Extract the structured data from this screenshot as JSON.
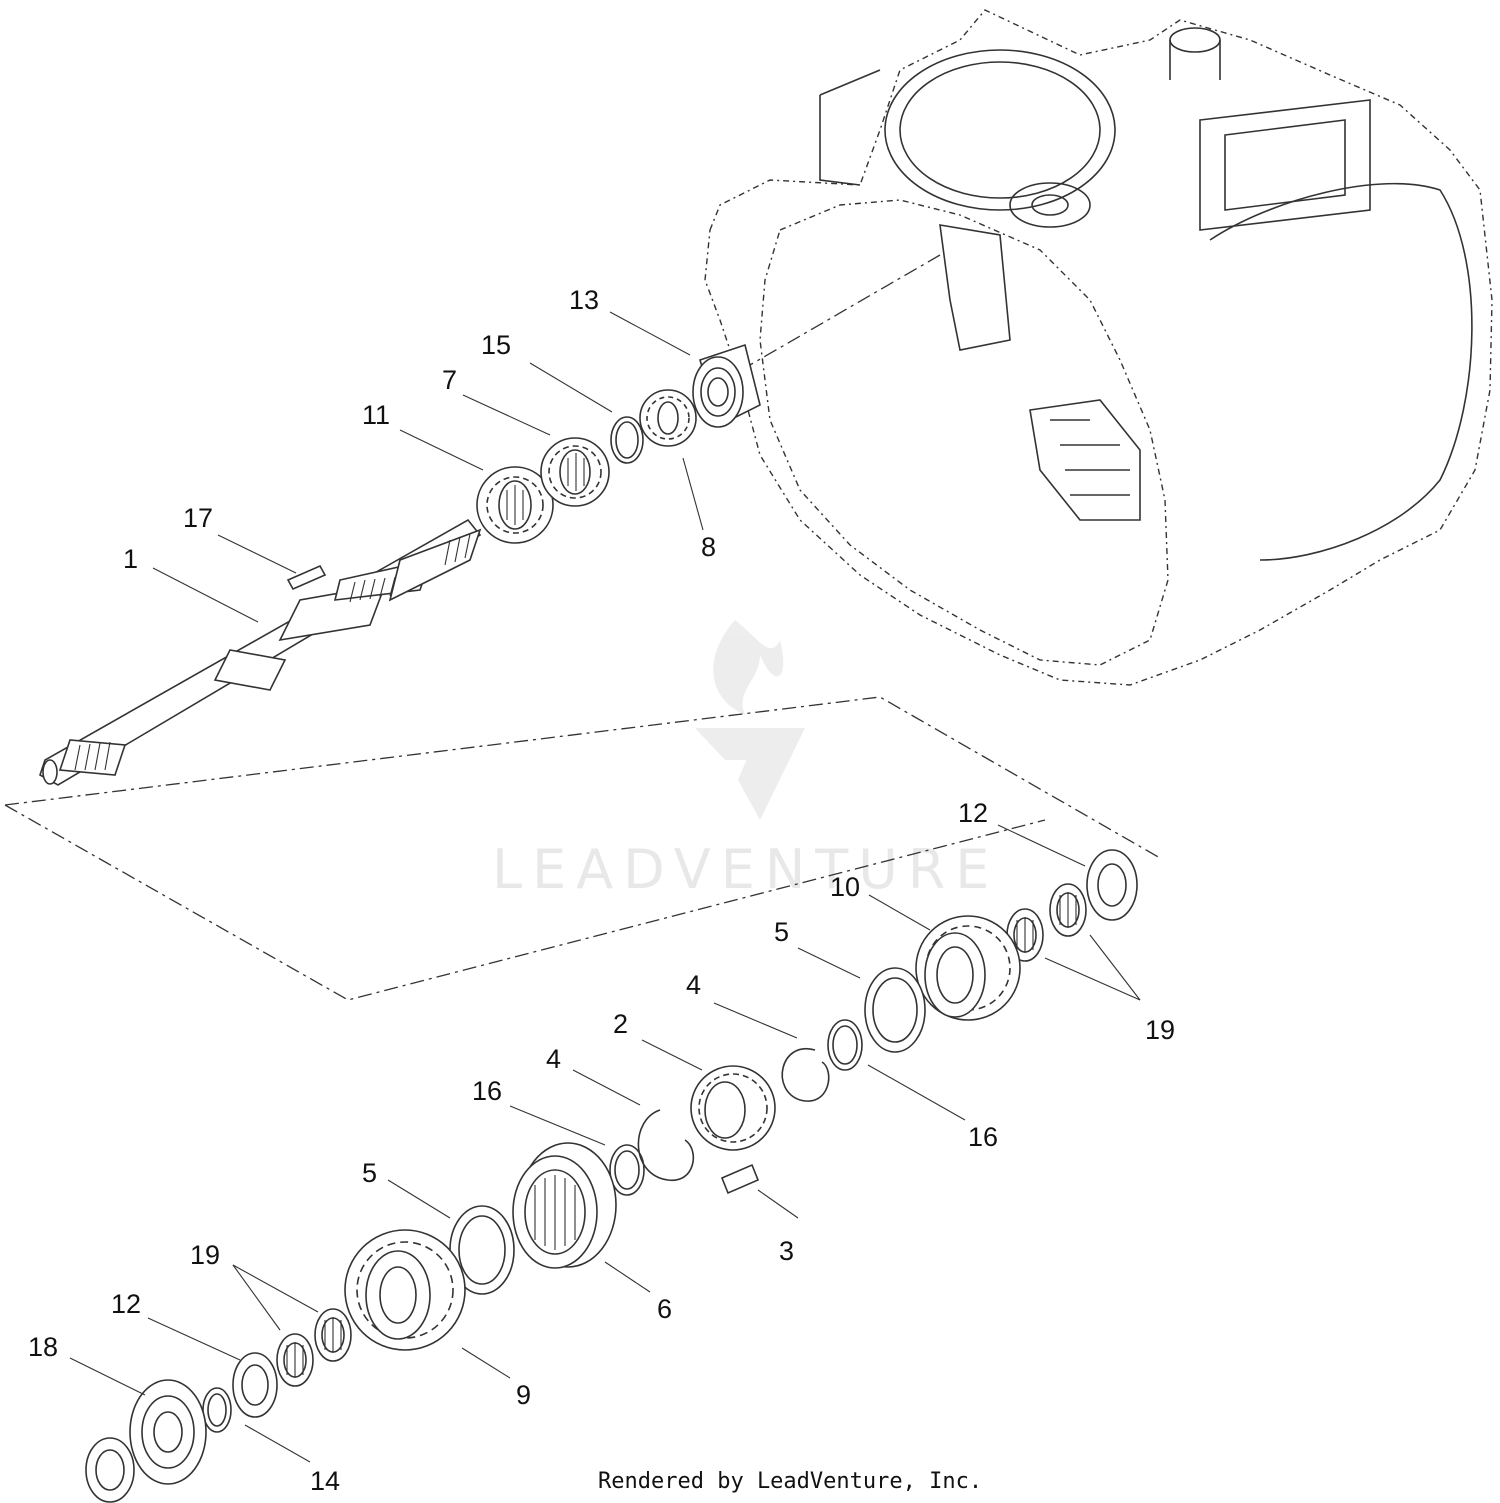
{
  "watermark": "LEADVENTURE",
  "credit": "Rendered by LeadVenture, Inc.",
  "callouts": [
    "1",
    "2",
    "3",
    "4",
    "4",
    "5",
    "5",
    "6",
    "7",
    "8",
    "9",
    "10",
    "11",
    "12",
    "12",
    "13",
    "14",
    "15",
    "16",
    "16",
    "17",
    "18",
    "19",
    "19"
  ]
}
